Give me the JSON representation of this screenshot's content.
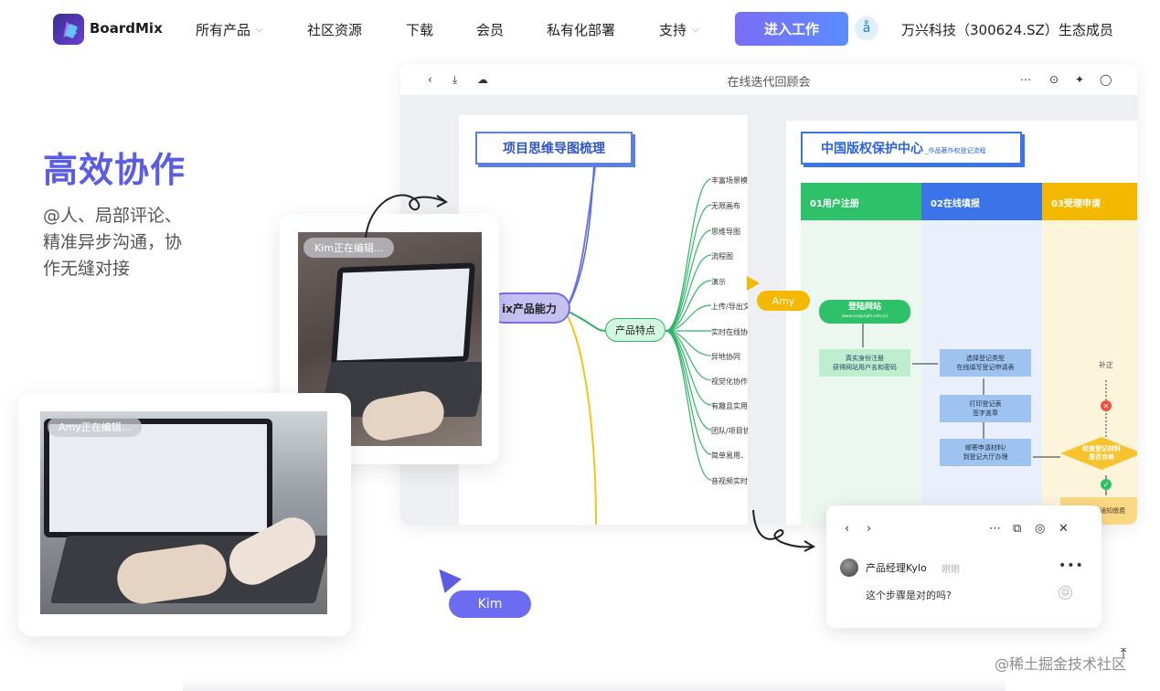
{
  "nav": {
    "logo_text": "BoardMix",
    "items": [
      {
        "label": "所有产品",
        "has_dropdown": true
      },
      {
        "label": "社区资源",
        "has_dropdown": false
      },
      {
        "label": "下载",
        "has_dropdown": false
      },
      {
        "label": "会员",
        "has_dropdown": false
      },
      {
        "label": "私有化部署",
        "has_dropdown": false
      },
      {
        "label": "支持",
        "has_dropdown": true
      }
    ],
    "cta_label": "进入工作",
    "avatar_glyph": "å",
    "eco_link": "万兴科技（300624.SZ）生态成员"
  },
  "hero": {
    "title": "高效协作",
    "desc_line1": "@人、局部评论、",
    "desc_line2": "精准异步沟通，协",
    "desc_line3": "作无缝对接"
  },
  "window": {
    "title": "在线迭代回顾会",
    "more_glyph": "⋯"
  },
  "mindmap": {
    "title": "项目思维导图梳理",
    "root": "ix产品能力",
    "feature": "产品特点",
    "leaves": [
      "丰富场景模板",
      "无限画布",
      "思维导图",
      "流程图",
      "演示",
      "上传/导出文件",
      "实时在线协作",
      "异地协同",
      "视觉化协作",
      "有趣且实用",
      "团队/项目协作",
      "简单易用、",
      "音视频实时"
    ]
  },
  "flow": {
    "title_main": "中国版权保护中心",
    "title_sub": "_作品著作权登记流程",
    "lanes": [
      "01用户注册",
      "02在线填报",
      "03受理申请"
    ],
    "lane_colors": [
      "#2fc16a",
      "#3b73e8",
      "#f5b800"
    ],
    "login_node": "登陆网站",
    "login_url": "(www.ccopyright.com.cn)",
    "register_node_l1": "真实身份注册",
    "register_node_l2": "获得网站用户名和密码",
    "choose_node_l1": "选择登记类型",
    "choose_node_l2": "在线填写登记申请表",
    "print_node_l1": "打印登记表",
    "print_node_l2": "签字盖章",
    "mail_node_l1": "邮寄申请材料/",
    "mail_node_l2": "到登记大厅办理",
    "decision_l1": "检查登记材料",
    "decision_l2": "是否合格",
    "supplement": "补正",
    "fee_node": "缴定费用,通知缴费"
  },
  "cursors": {
    "amy": "Amy",
    "kim": "Kim"
  },
  "photos": {
    "kim_editing": "Kim正在编辑...",
    "amy_editing": "Amy正在编辑..."
  },
  "comment": {
    "author": "产品经理Kylo",
    "time": "刚刚",
    "text": "这个步骤是对的吗?",
    "more_glyph": "•••"
  },
  "footer": {
    "watermark": "@稀土掘金技术社区"
  }
}
